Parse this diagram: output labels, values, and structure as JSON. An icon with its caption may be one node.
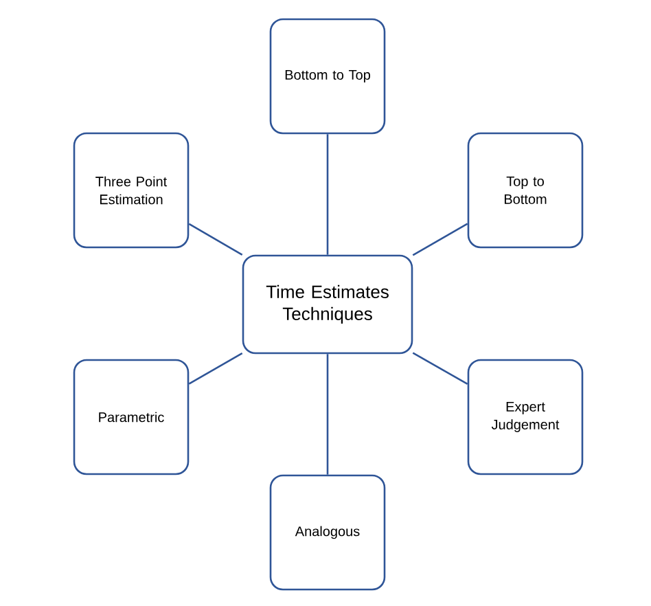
{
  "diagram": {
    "nodes": [
      {
        "text": [
          "Time Estimates Techniques"
        ]
      },
      {
        "text": [
          "Bottom to Top"
        ]
      },
      {
        "text": [
          "Top to Bottom"
        ]
      },
      {
        "text": [
          "Expert Judgement"
        ]
      },
      {
        "text": [
          "Analogous"
        ]
      },
      {
        "text": [
          "Parametric"
        ]
      },
      {
        "text": [
          "Three Point Estimation"
        ]
      }
    ],
    "edges": [
      {
        "from": 0,
        "to": 1,
        "arrow": "none"
      },
      {
        "from": 0,
        "to": 2,
        "arrow": "none"
      },
      {
        "from": 0,
        "to": 3,
        "arrow": "none"
      },
      {
        "from": 0,
        "to": 4,
        "arrow": "none"
      },
      {
        "from": 0,
        "to": 5,
        "arrow": "none"
      },
      {
        "from": 0,
        "to": 6,
        "arrow": "none"
      }
    ]
  }
}
